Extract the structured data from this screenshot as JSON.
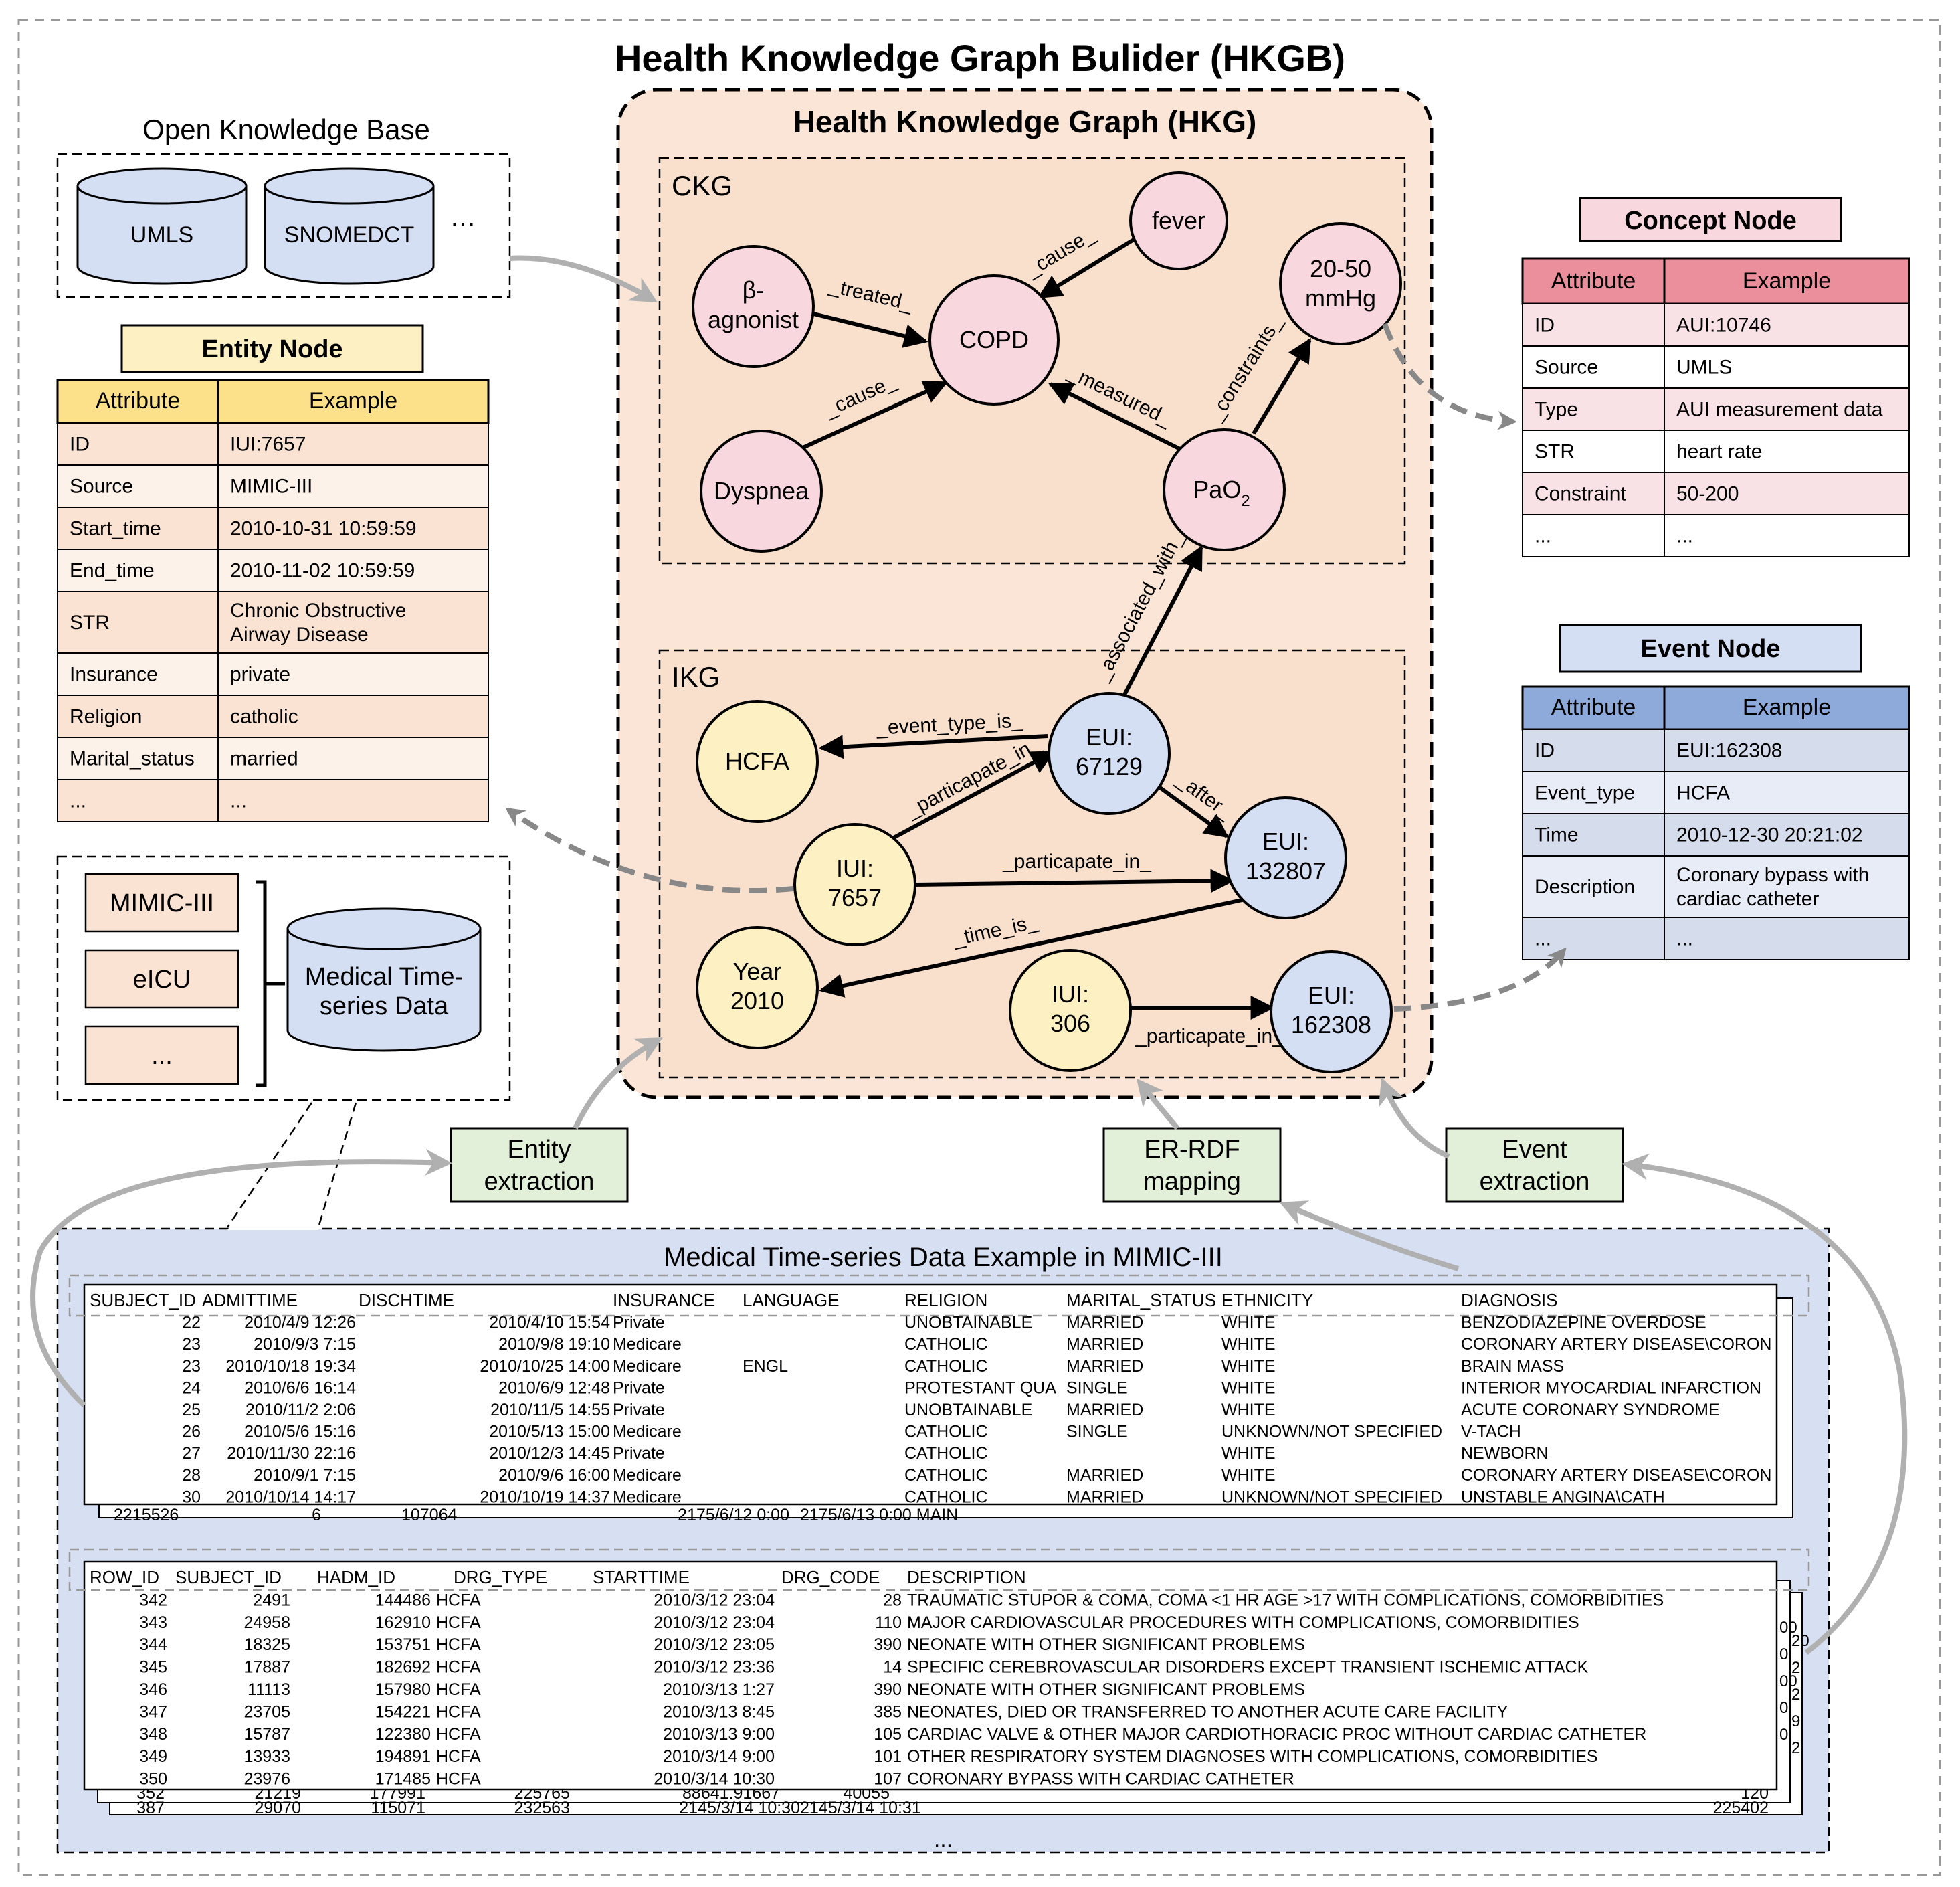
{
  "title": "Health Knowledge Graph Bulider (HKGB)",
  "open_kb": {
    "title": "Open Knowledge Base",
    "items": [
      "UMLS",
      "SNOMEDCT"
    ],
    "more": "···"
  },
  "entity_node": {
    "title": "Entity Node",
    "header": [
      "Attribute",
      "Example"
    ],
    "rows": [
      [
        "ID",
        "IUI:7657"
      ],
      [
        "Source",
        "MIMIC-III"
      ],
      [
        "Start_time",
        "2010-10-31 10:59:59"
      ],
      [
        "End_time",
        "2010-11-02 10:59:59"
      ],
      [
        "STR",
        "Chronic Obstructive",
        "Airway Disease"
      ],
      [
        "Insurance",
        "private"
      ],
      [
        "Religion",
        "catholic"
      ],
      [
        "Marital_status",
        "married"
      ],
      [
        "...",
        "..."
      ]
    ]
  },
  "data_sources": {
    "items": [
      "MIMIC-III",
      "eICU",
      "..."
    ],
    "db_line1": "Medical Time-",
    "db_line2": "series Data"
  },
  "hkg": {
    "title": "Health Knowledge Graph (HKG)",
    "ckg_label": "CKG",
    "ikg_label": "IKG",
    "nodes": {
      "fever": "fever",
      "beta_1": "β-",
      "beta_2": "agnonist",
      "copd": "COPD",
      "mmhg_1": "20-50",
      "mmhg_2": "mmHg",
      "dyspnea": "Dyspnea",
      "pao2": "PaO",
      "pao2_sub": "2",
      "hcfa": "HCFA",
      "eui67129_1": "EUI:",
      "eui67129_2": "67129",
      "iui7657_1": "IUI:",
      "iui7657_2": "7657",
      "eui132807_1": "EUI:",
      "eui132807_2": "132807",
      "year_1": "Year",
      "year_2": "2010",
      "iui306_1": "IUI:",
      "iui306_2": "306",
      "eui162308_1": "EUI:",
      "eui162308_2": "162308"
    },
    "edges": {
      "treated": "_treated_",
      "cause1": "_cause_",
      "cause2": "_cause_",
      "measured": "_measured_",
      "constraints": "_constraints_",
      "associated_with": "_associated_with_",
      "event_type_is": "_event_type_is_",
      "particapate_in1": "_particapate_in_",
      "after": "_after_",
      "particapate_in2": "_particapate_in_",
      "time_is": "_time_is_",
      "particapate_in3": "_particapate_in_"
    }
  },
  "concept_node": {
    "title": "Concept Node",
    "header": [
      "Attribute",
      "Example"
    ],
    "rows": [
      [
        "ID",
        "AUI:10746"
      ],
      [
        "Source",
        "UMLS"
      ],
      [
        "Type",
        "AUI measurement data"
      ],
      [
        "STR",
        "heart rate"
      ],
      [
        "Constraint",
        "50-200"
      ],
      [
        "...",
        "..."
      ]
    ]
  },
  "event_node": {
    "title": "Event Node",
    "header": [
      "Attribute",
      "Example"
    ],
    "rows": [
      [
        "ID",
        "EUI:162308"
      ],
      [
        "Event_type",
        "HCFA"
      ],
      [
        "Time",
        "2010-12-30 20:21:02"
      ],
      [
        "Description",
        "Coronary bypass with",
        "cardiac catheter"
      ],
      [
        "...",
        "..."
      ]
    ]
  },
  "processes": {
    "entity": [
      "Entity",
      "extraction"
    ],
    "errdf": [
      "ER-RDF",
      "mapping"
    ],
    "event": [
      "Event",
      "extraction"
    ]
  },
  "example": {
    "title": "Medical Time-series Data Example in MIMIC-III",
    "ellipsis": "...",
    "table1": {
      "headers": [
        "SUBJECT_ID",
        "ADMITTIME",
        "DISCHTIME",
        "INSURANCE",
        "LANGUAGE",
        "RELIGION",
        "MARITAL_STATUS",
        "ETHNICITY",
        "DIAGNOSIS"
      ],
      "rows": [
        [
          "22",
          "2010/4/9 12:26",
          "2010/4/10 15:54",
          "Private",
          "",
          "UNOBTAINABLE",
          "MARRIED",
          "WHITE",
          "BENZODIAZEPINE OVERDOSE"
        ],
        [
          "23",
          "2010/9/3 7:15",
          "2010/9/8 19:10",
          "Medicare",
          "",
          "CATHOLIC",
          "MARRIED",
          "WHITE",
          "CORONARY ARTERY DISEASE\\CORON"
        ],
        [
          "23",
          "2010/10/18 19:34",
          "2010/10/25 14:00",
          "Medicare",
          "ENGL",
          "CATHOLIC",
          "MARRIED",
          "WHITE",
          "BRAIN MASS"
        ],
        [
          "24",
          "2010/6/6 16:14",
          "2010/6/9 12:48",
          "Private",
          "",
          "PROTESTANT QUA",
          "SINGLE",
          "WHITE",
          "INTERIOR MYOCARDIAL INFARCTION"
        ],
        [
          "25",
          "2010/11/2 2:06",
          "2010/11/5 14:55",
          "Private",
          "",
          "UNOBTAINABLE",
          "MARRIED",
          "WHITE",
          "ACUTE CORONARY SYNDROME"
        ],
        [
          "26",
          "2010/5/6 15:16",
          "2010/5/13 15:00",
          "Medicare",
          "",
          "CATHOLIC",
          "SINGLE",
          "UNKNOWN/NOT SPECIFIED",
          "V-TACH"
        ],
        [
          "27",
          "2010/11/30 22:16",
          "2010/12/3 14:45",
          "Private",
          "",
          "CATHOLIC",
          "",
          "WHITE",
          "NEWBORN"
        ],
        [
          "28",
          "2010/9/1 7:15",
          "2010/9/6 16:00",
          "Medicare",
          "",
          "CATHOLIC",
          "MARRIED",
          "WHITE",
          "CORONARY ARTERY DISEASE\\CORON"
        ],
        [
          "30",
          "2010/10/14 14:17",
          "2010/10/19 14:37",
          "Medicare",
          "",
          "CATHOLIC",
          "MARRIED",
          "UNKNOWN/NOT SPECIFIED",
          "UNSTABLE ANGINA\\CATH"
        ]
      ],
      "behind_row": [
        "2215526",
        "6",
        "107064",
        "2175/6/12 0:00",
        "2175/6/13 0:00 MAIN"
      ]
    },
    "table2": {
      "headers": [
        "ROW_ID",
        "SUBJECT_ID",
        "HADM_ID",
        "DRG_TYPE",
        "STARTTIME",
        "DRG_CODE",
        "DESCRIPTION"
      ],
      "rows": [
        [
          "342",
          "2491",
          "144486",
          "HCFA",
          "2010/3/12 23:04",
          "28",
          "TRAUMATIC STUPOR & COMA, COMA <1 HR AGE >17 WITH COMPLICATIONS, COMORBIDITIES"
        ],
        [
          "343",
          "24958",
          "162910",
          "HCFA",
          "2010/3/12 23:04",
          "110",
          "MAJOR CARDIOVASCULAR PROCEDURES WITH COMPLICATIONS, COMORBIDITIES"
        ],
        [
          "344",
          "18325",
          "153751",
          "HCFA",
          "2010/3/12 23:05",
          "390",
          "NEONATE WITH OTHER SIGNIFICANT PROBLEMS"
        ],
        [
          "345",
          "17887",
          "182692",
          "HCFA",
          "2010/3/12 23:36",
          "14",
          "SPECIFIC CEREBROVASCULAR DISORDERS EXCEPT TRANSIENT ISCHEMIC ATTACK"
        ],
        [
          "346",
          "11113",
          "157980",
          "HCFA",
          "2010/3/13 1:27",
          "390",
          "NEONATE WITH OTHER SIGNIFICANT PROBLEMS"
        ],
        [
          "347",
          "23705",
          "154221",
          "HCFA",
          "2010/3/13 8:45",
          "385",
          "NEONATES, DIED OR TRANSFERRED TO ANOTHER ACUTE CARE FACILITY"
        ],
        [
          "348",
          "15787",
          "122380",
          "HCFA",
          "2010/3/13 9:00",
          "105",
          "CARDIAC VALVE & OTHER MAJOR CARDIOTHORACIC PROC WITHOUT CARDIAC CATHETER"
        ],
        [
          "349",
          "13933",
          "194891",
          "HCFA",
          "2010/3/14 9:00",
          "101",
          "OTHER RESPIRATORY SYSTEM DIAGNOSES WITH COMPLICATIONS, COMORBIDITIES"
        ],
        [
          "350",
          "23976",
          "171485",
          "HCFA",
          "2010/3/14 10:30",
          "107",
          "CORONARY BYPASS WITH CARDIAC CATHETER"
        ]
      ],
      "behind_rows": [
        [
          "352",
          "21219",
          "177991",
          "225765",
          "88641.91667",
          "40055",
          "120"
        ],
        [
          "387",
          "29070",
          "115071",
          "232563",
          "2145/3/14 10:30",
          "2145/3/14 10:31",
          "225402"
        ]
      ],
      "side_chars": [
        "00",
        "20",
        "0",
        "2",
        "00",
        "2",
        "0",
        "9",
        "0",
        "2"
      ]
    }
  }
}
